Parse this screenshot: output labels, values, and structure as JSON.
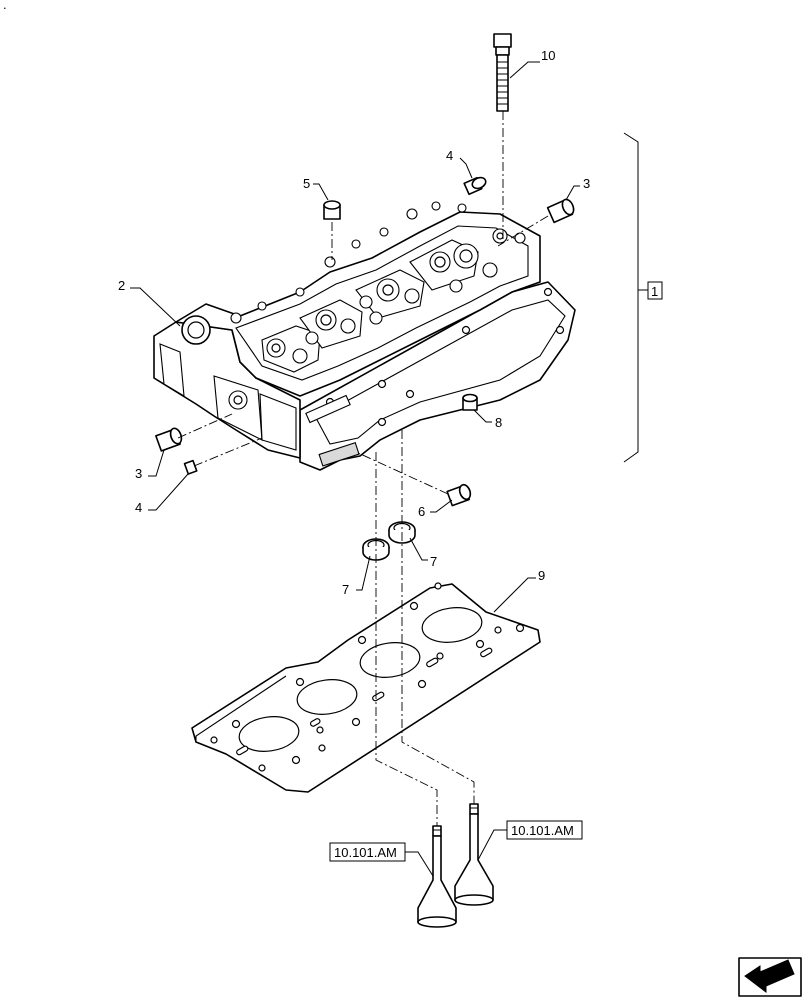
{
  "callouts": {
    "c1": "1",
    "c2": "2",
    "c3a": "3",
    "c3b": "3",
    "c4a": "4",
    "c4b": "4",
    "c5": "5",
    "c6": "6",
    "c7a": "7",
    "c7b": "7",
    "c8": "8",
    "c9": "9",
    "c10": "10"
  },
  "references": {
    "left": "10.101.AM",
    "right": "10.101.AM"
  },
  "corner_mark": ".",
  "icons": {
    "nav": "arrow-navigation-icon"
  }
}
